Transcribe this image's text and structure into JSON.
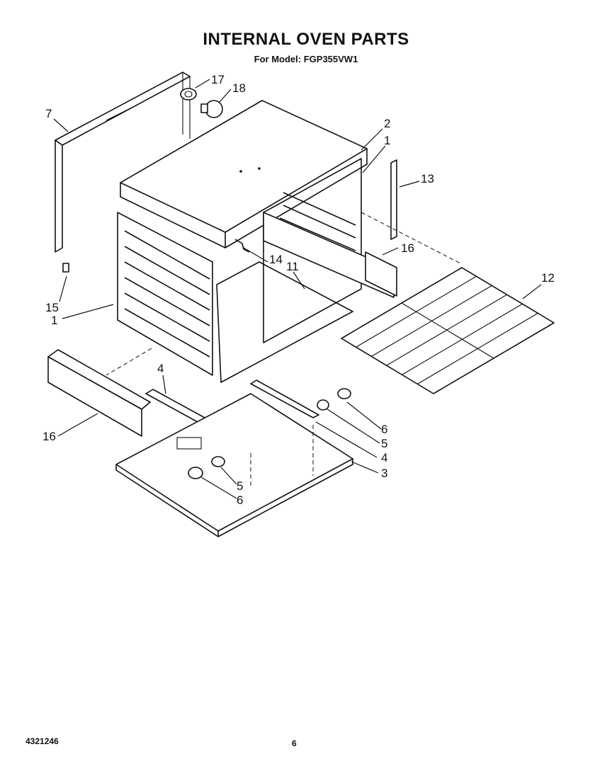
{
  "header": {
    "title": "INTERNAL OVEN PARTS",
    "subtitle": "For Model: FGP355VW1"
  },
  "footer": {
    "doc_number": "4321246",
    "page_number": "6"
  },
  "callouts": [
    "7",
    "17",
    "18",
    "2",
    "1",
    "13",
    "16",
    "14",
    "11",
    "15",
    "1",
    "12",
    "4",
    "16",
    "6",
    "5",
    "4",
    "5",
    "6",
    "3"
  ]
}
